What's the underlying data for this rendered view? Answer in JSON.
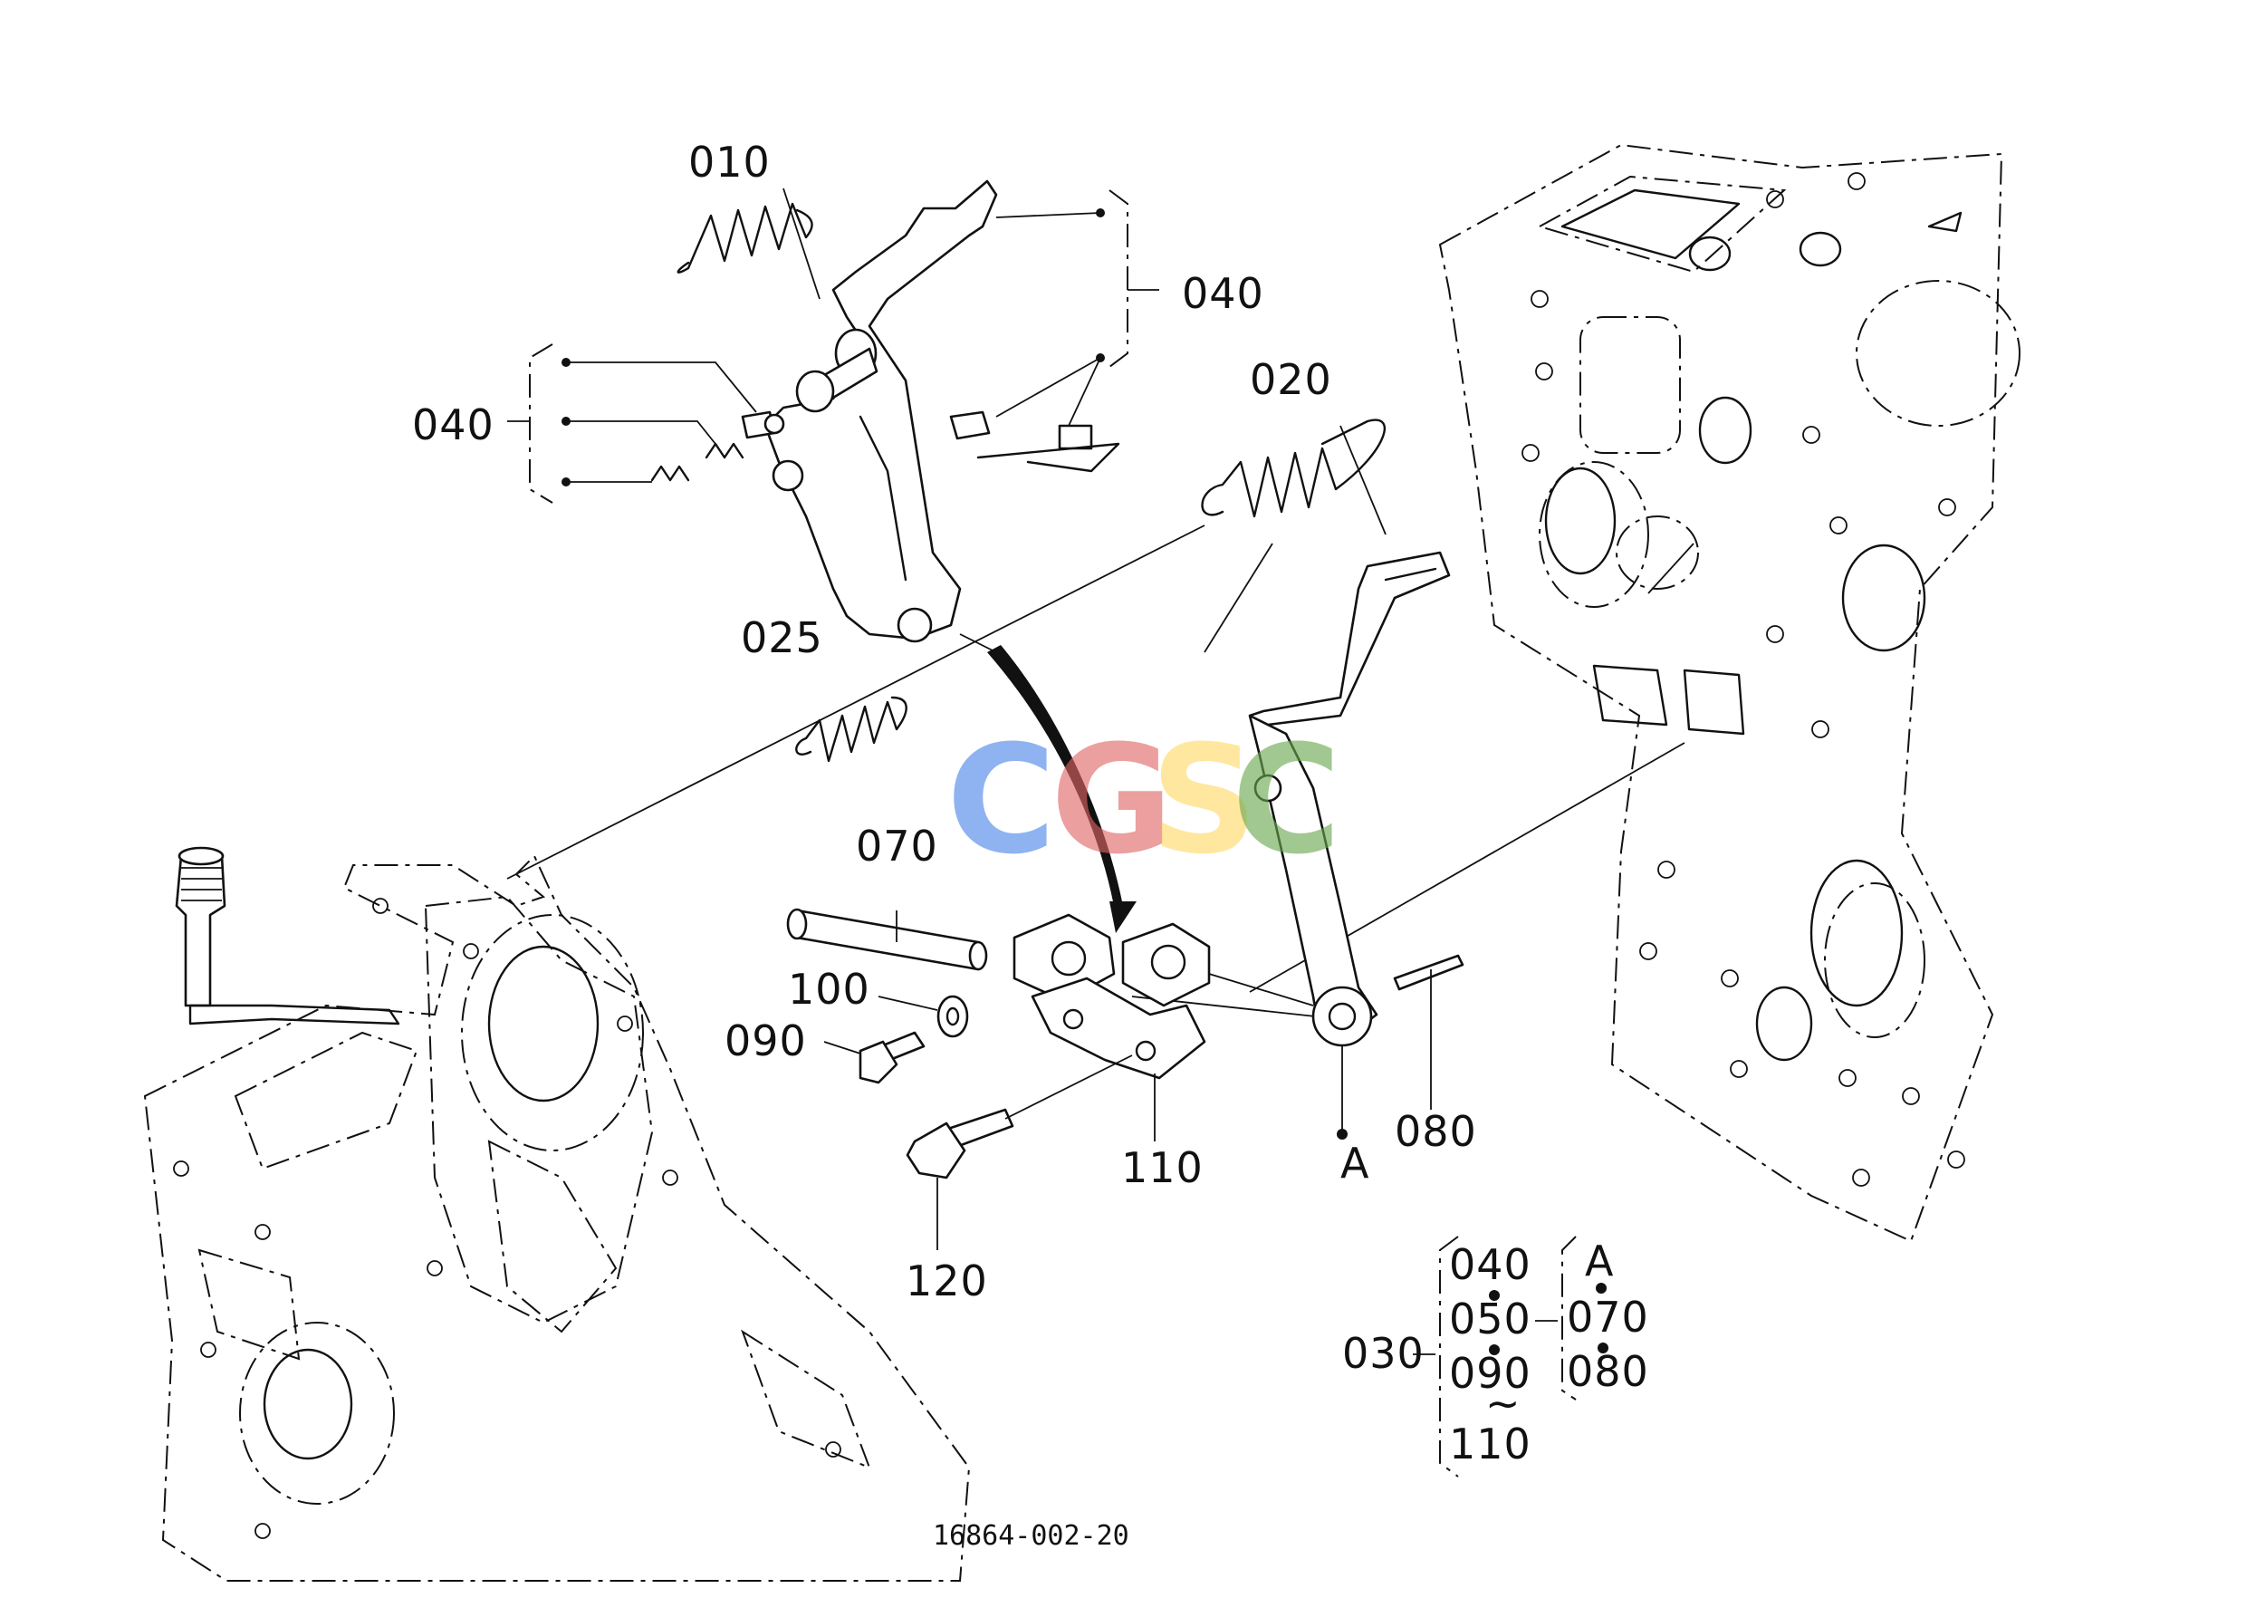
{
  "callouts": {
    "p010": "010",
    "p020": "020",
    "p025": "025",
    "p040_top": "040",
    "p040_left": "040",
    "p070": "070",
    "p080": "080",
    "p090": "090",
    "p100": "100",
    "p110": "110",
    "p120": "120",
    "ref_a": "A"
  },
  "legend": {
    "assembly": "030",
    "left_group": [
      "040",
      "050",
      "090",
      "110"
    ],
    "range_mark": "~",
    "right_ref": "A",
    "right_group": [
      "070",
      "080"
    ]
  },
  "drawing_number": "16864-002-20",
  "watermark": {
    "letters": [
      "C",
      "G",
      "S",
      "C"
    ],
    "colors": [
      "#4a86e8",
      "#e06666",
      "#ffd966",
      "#6aa84f"
    ]
  }
}
